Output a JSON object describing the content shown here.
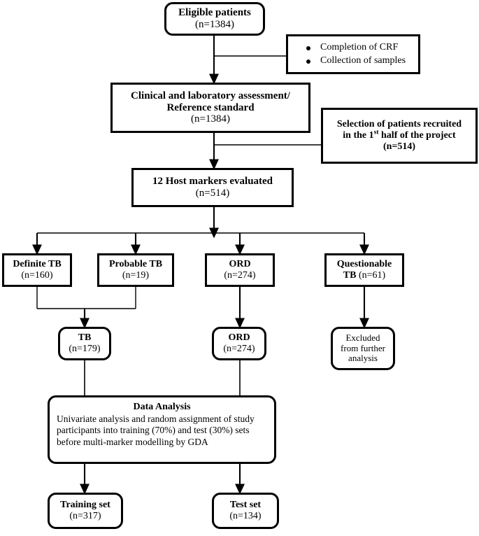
{
  "diagram": {
    "title": "Study participant flow diagram",
    "type": "flowchart",
    "line_color": "#000000",
    "box_border_color": "#000000",
    "background": "#ffffff"
  },
  "nodes": {
    "eligible": {
      "title": "Eligible patients",
      "count": "(n=1384)"
    },
    "crf": {
      "items": [
        "Completion of CRF",
        "Collection of samples"
      ]
    },
    "clinical": {
      "line1": "Clinical and laboratory assessment/",
      "line2": "Reference standard",
      "count": "(n=1384)"
    },
    "selection": {
      "line1": "Selection of patients recruited",
      "line2_a": "in the 1",
      "line2_sup": "st",
      "line2_b": " half of the project",
      "count": "(n=514)"
    },
    "markers": {
      "title": "12 Host markers evaluated",
      "count": "(n=514)"
    },
    "definite_tb": {
      "title": "Definite TB",
      "count": "(n=160)"
    },
    "probable_tb": {
      "title": "Probable TB",
      "count": "(n=19)"
    },
    "ord_top": {
      "title": "ORD",
      "count": "(n=274)"
    },
    "questionable_tb": {
      "line1": "Questionable",
      "line2_bold": "TB",
      "line2_rest": " (n=61)"
    },
    "tb": {
      "title": "TB",
      "count": "(n=179)"
    },
    "ord_merged": {
      "title": "ORD",
      "count": "(n=274)"
    },
    "excluded": {
      "line1": "Excluded",
      "line2": "from further",
      "line3": "analysis"
    },
    "analysis": {
      "title": "Data Analysis",
      "body": "Univariate analysis and random assignment of study participants into training (70%) and test (30%) sets before multi-marker modelling by GDA"
    },
    "training_set": {
      "title": "Training set",
      "count": "(n=317)"
    },
    "test_set": {
      "title": "Test set",
      "count": "(n=134)"
    }
  },
  "chart_data": {
    "type": "flow",
    "title": "Study participant flow",
    "stages": [
      {
        "label": "Eligible patients",
        "n": 1384
      },
      {
        "label": "Clinical and laboratory assessment/Reference standard",
        "n": 1384
      },
      {
        "label": "12 Host markers evaluated",
        "n": 514
      },
      {
        "label": "Definite TB",
        "n": 160
      },
      {
        "label": "Probable TB",
        "n": 19
      },
      {
        "label": "ORD",
        "n": 274
      },
      {
        "label": "Questionable TB",
        "n": 61
      },
      {
        "label": "TB",
        "n": 179
      },
      {
        "label": "ORD",
        "n": 274
      },
      {
        "label": "Training set",
        "n": 317
      },
      {
        "label": "Test set",
        "n": 134
      }
    ],
    "side_notes": [
      {
        "label": "Selection of patients recruited in the 1st half of the project",
        "n": 514
      },
      {
        "label": "Excluded from further analysis",
        "n": null
      }
    ],
    "split": {
      "training_pct": 70,
      "test_pct": 30
    }
  }
}
